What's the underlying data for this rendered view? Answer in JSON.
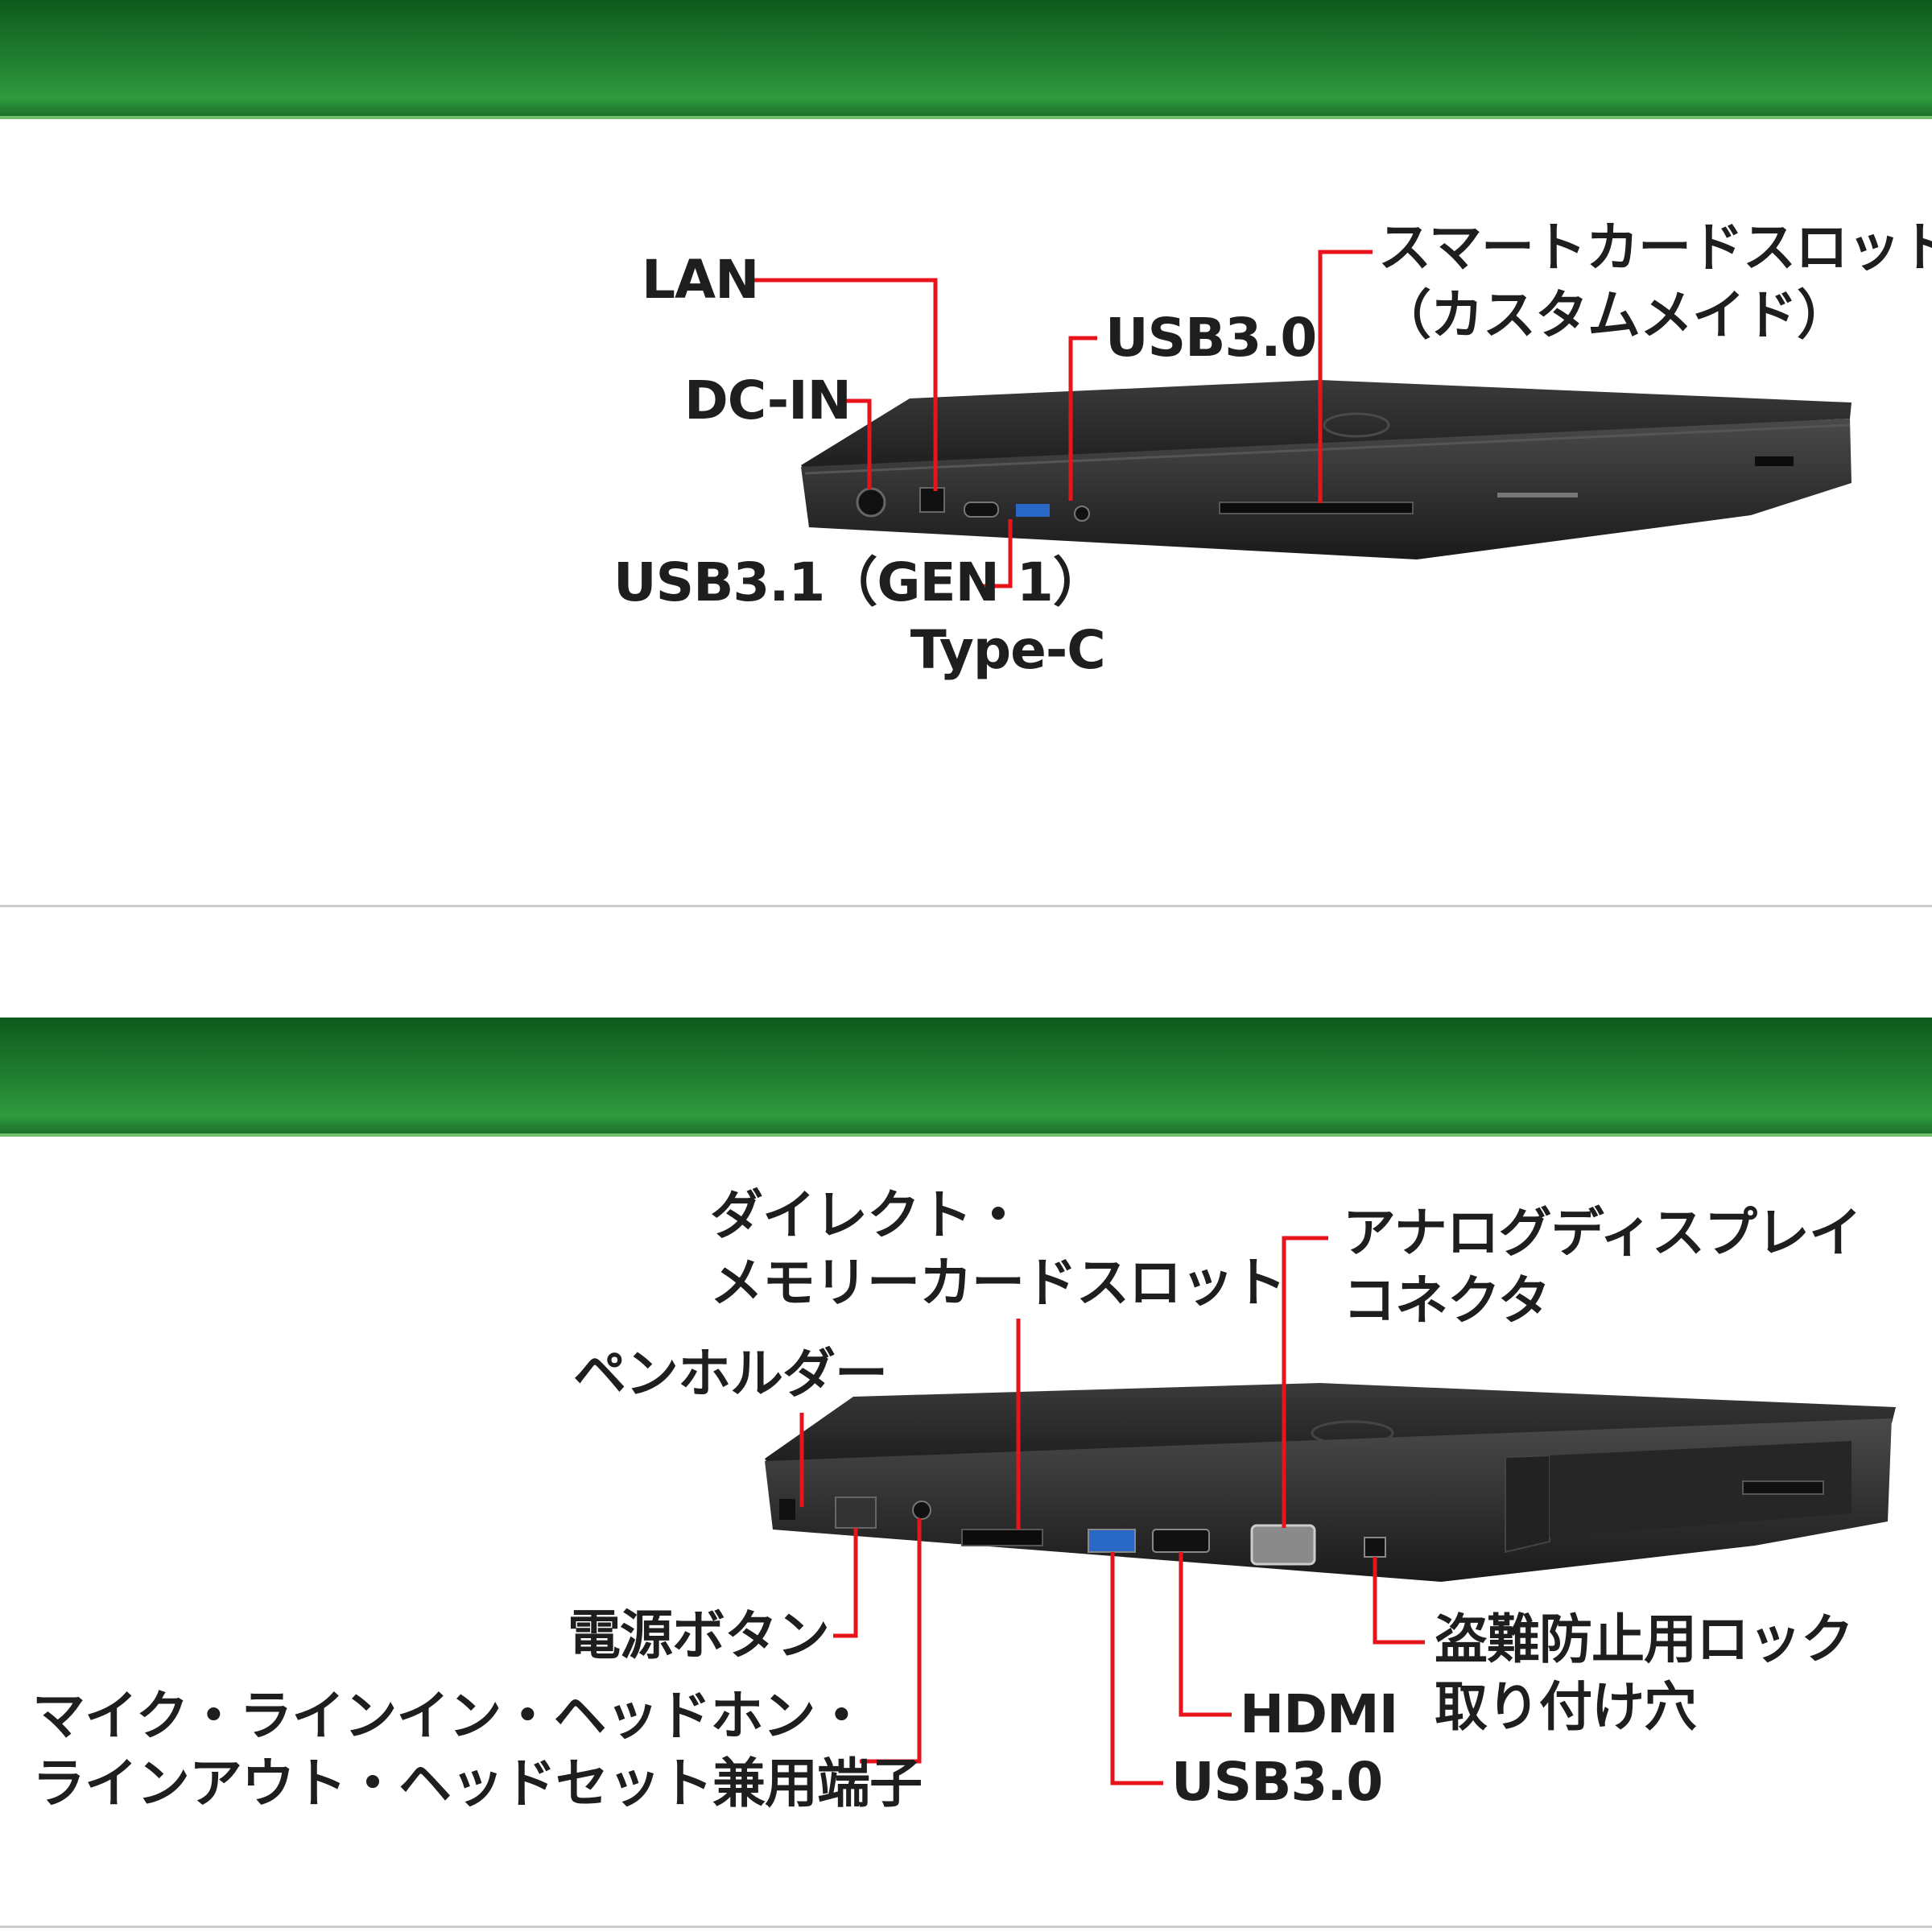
{
  "right_side": {
    "lan": "LAN",
    "dc_in": "DC-IN",
    "usb30": "USB3.0",
    "smart_card": [
      "スマートカードスロット",
      "（カスタムメイド）"
    ],
    "usb31": [
      "USB3.1（GEN 1）",
      "Type-C"
    ]
  },
  "left_side": {
    "direct_memory": [
      "ダイレクト・",
      "メモリーカードスロット"
    ],
    "analog_display": [
      "アナログディスプレイ",
      "コネクタ"
    ],
    "pen_holder": "ペンホルダー",
    "power_button": "電源ボタン",
    "audio_jack": [
      "マイク・ラインイン・ヘッドホン・",
      "ラインアウト・ヘッドセット兼用端子"
    ],
    "hdmi": "HDMI",
    "usb30": "USB3.0",
    "lock": [
      "盗難防止用ロック",
      "取り付け穴"
    ]
  },
  "colors": {
    "banner": "#1e7a2e",
    "leader": "#e8141b",
    "laptop": "#2e2e2e"
  }
}
